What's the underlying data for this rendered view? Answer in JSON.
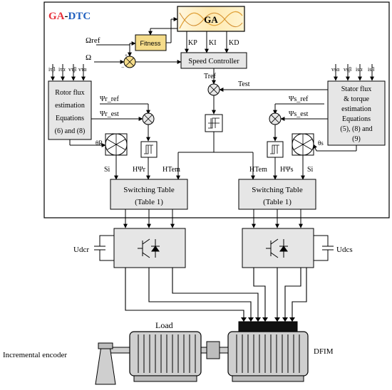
{
  "title": {
    "ga": "GA",
    "dash": "-",
    "dtc": "DTC",
    "ga_color": "#e8303a",
    "dtc_color": "#1f5fbf"
  },
  "ga_block": {
    "label": "GA"
  },
  "fitness": {
    "label": "Fitness",
    "fill": "#f5dc8a"
  },
  "gains": {
    "kp": "KP",
    "ki": "KI",
    "kd": "KD"
  },
  "speed_controller": {
    "label": "Speed Controller"
  },
  "signals": {
    "omega_ref": "Ωref",
    "omega": "Ω",
    "t_ref": "Tref",
    "t_est": "Test",
    "psi_r_ref": "Ψr_ref",
    "psi_r_est": "Ψr_est",
    "psi_s_ref": "Ψs_ref",
    "psi_s_est": "Ψs_est",
    "theta_r": "θR",
    "theta_s": "θs",
    "si_left": "Si",
    "si_right": "Si",
    "h_psi_r": "HΨr",
    "h_tem_left": "HTem",
    "h_tem_right": "HTem",
    "h_psi_s": "HΨs",
    "rotor_inputs": [
      "iτβ",
      "iτα",
      "vτβ",
      "vτα"
    ],
    "stator_inputs": [
      "vsα",
      "vsβ",
      "isα",
      "isβ"
    ],
    "udcr": "Udcr",
    "udcs": "Udcs"
  },
  "rotor_flux_block": {
    "lines": [
      "Rotor flux",
      "estimation",
      "Equations",
      "(6) and (8)"
    ]
  },
  "stator_flux_block": {
    "lines": [
      "Stator flux",
      "& torque",
      "estimation",
      "Equations",
      "(5), (8) and",
      "(9)"
    ]
  },
  "switching_table_left": {
    "lines": [
      "Switching Table",
      "(Table 1)"
    ]
  },
  "switching_table_right": {
    "lines": [
      "Switching Table",
      "(Table 1)"
    ]
  },
  "machines": {
    "load": "Load",
    "dfim": "DFIM",
    "encoder": "Incremental encoder"
  },
  "colors": {
    "block_fill": "#e6e6e6",
    "machine_fill": "#cfcfcf",
    "dark": "#111111"
  }
}
